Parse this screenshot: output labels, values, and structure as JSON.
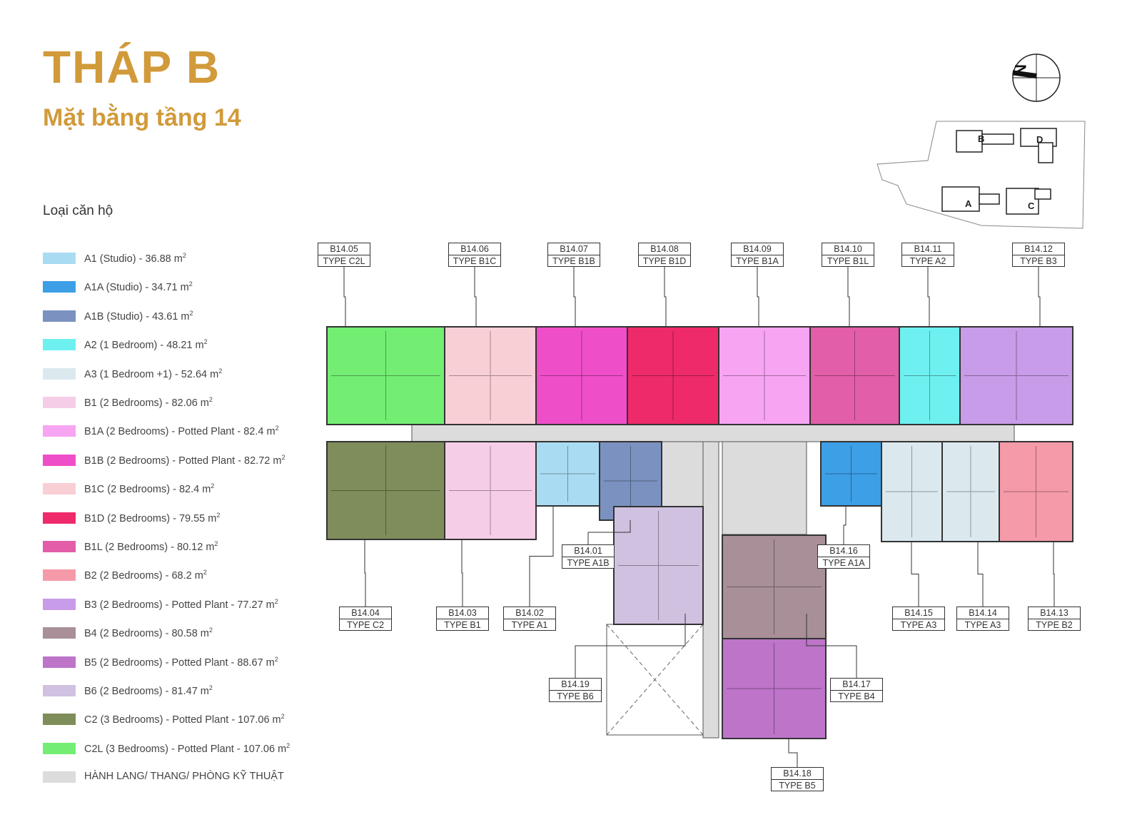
{
  "page": {
    "title": "THÁP B",
    "subtitle": "Mặt bằng tầng 14",
    "legend_heading": "Loại căn hộ",
    "compass_letter": "N"
  },
  "legend": [
    {
      "label": "A1 (Studio) - 36.88 m",
      "color": "#a9dcf3"
    },
    {
      "label": "A1A (Studio) - 34.71 m",
      "color": "#3d9fe6"
    },
    {
      "label": "A1B (Studio) - 43.61 m",
      "color": "#7b92c0"
    },
    {
      "label": "A2 (1 Bedroom) - 48.21 m",
      "color": "#6ef0f0"
    },
    {
      "label": "A3 (1 Bedroom +1) - 52.64 m",
      "color": "#dbe9ef"
    },
    {
      "label": "B1 (2 Bedrooms) - 82.06 m",
      "color": "#f6cde6"
    },
    {
      "label": "B1A (2 Bedrooms)  - Potted Plant - 82.4 m",
      "color": "#f7a4f3"
    },
    {
      "label": "B1B (2 Bedrooms)  - Potted Plant - 82.72 m",
      "color": "#ef4ec9"
    },
    {
      "label": "B1C (2 Bedrooms) - 82.4 m",
      "color": "#f9cfd6"
    },
    {
      "label": "B1D (2 Bedrooms) - 79.55 m",
      "color": "#ef2a6a"
    },
    {
      "label": "B1L (2 Bedrooms) - 80.12 m",
      "color": "#e25ea8"
    },
    {
      "label": "B2 (2 Bedrooms) - 68.2 m",
      "color": "#f59aa9"
    },
    {
      "label": "B3 (2 Bedrooms) - Potted Plant - 77.27 m",
      "color": "#c89ce8"
    },
    {
      "label": "B4 (2 Bedrooms) - 80.58 m",
      "color": "#a88f98"
    },
    {
      "label": "B5 (2 Bedrooms)  - Potted Plant - 88.67 m",
      "color": "#bd74c9"
    },
    {
      "label": "B6 (2 Bedrooms) - 81.47 m",
      "color": "#d0c1e0"
    },
    {
      "label": "C2  (3 Bedrooms) - Potted Plant - 107.06 m",
      "color": "#7f8d5a"
    },
    {
      "label": "C2L  (3 Bedrooms) - Potted Plant - 107.06 m",
      "color": "#73ee73"
    },
    {
      "label": "HÀNH LANG/ THANG/ PHÒNG KỸ THUẬT",
      "color": "#dcdcdc"
    }
  ],
  "legend_unit_suffix": "2",
  "key_plan": {
    "towers": [
      "B",
      "D",
      "A",
      "C"
    ]
  },
  "units": [
    {
      "code": "B14.05",
      "type": "TYPE C2L",
      "color": "#73ee73"
    },
    {
      "code": "B14.06",
      "type": "TYPE B1C",
      "color": "#f9cfd6"
    },
    {
      "code": "B14.07",
      "type": "TYPE B1B",
      "color": "#ef4ec9"
    },
    {
      "code": "B14.08",
      "type": "TYPE B1D",
      "color": "#ef2a6a"
    },
    {
      "code": "B14.09",
      "type": "TYPE B1A",
      "color": "#f7a4f3"
    },
    {
      "code": "B14.10",
      "type": "TYPE B1L",
      "color": "#e25ea8"
    },
    {
      "code": "B14.11",
      "type": "TYPE A2",
      "color": "#6ef0f0"
    },
    {
      "code": "B14.12",
      "type": "TYPE B3",
      "color": "#c89ce8"
    },
    {
      "code": "B14.04",
      "type": "TYPE C2",
      "color": "#7f8d5a"
    },
    {
      "code": "B14.03",
      "type": "TYPE B1",
      "color": "#f6cde6"
    },
    {
      "code": "B14.02",
      "type": "TYPE A1",
      "color": "#a9dcf3"
    },
    {
      "code": "B14.01",
      "type": "TYPE A1B",
      "color": "#7b92c0"
    },
    {
      "code": "B14.16",
      "type": "TYPE A1A",
      "color": "#3d9fe6"
    },
    {
      "code": "B14.15",
      "type": "TYPE A3",
      "color": "#dbe9ef"
    },
    {
      "code": "B14.14",
      "type": "TYPE A3",
      "color": "#dbe9ef"
    },
    {
      "code": "B14.13",
      "type": "TYPE B2",
      "color": "#f59aa9"
    },
    {
      "code": "B14.19",
      "type": "TYPE B6",
      "color": "#d0c1e0"
    },
    {
      "code": "B14.17",
      "type": "TYPE B4",
      "color": "#a88f98"
    },
    {
      "code": "B14.18",
      "type": "TYPE B5",
      "color": "#bd74c9"
    }
  ],
  "corridor_color": "#dcdcdc"
}
